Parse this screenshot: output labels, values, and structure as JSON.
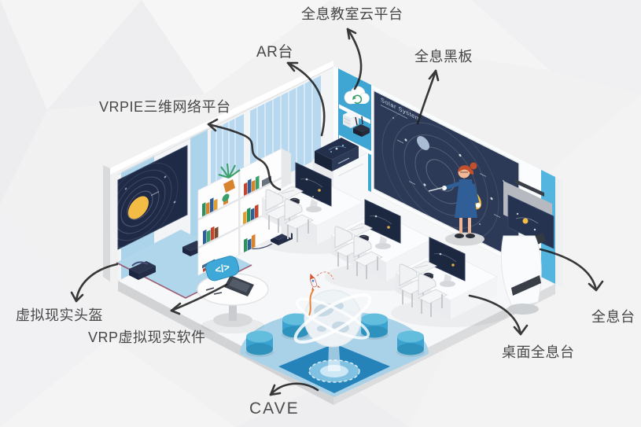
{
  "labels": {
    "holo_cloud_platform": "全息教室云平台",
    "ar_station": "AR台",
    "holo_blackboard": "全息黑板",
    "vrpie_platform": "VRPIE三维网络平台",
    "vr_helmet": "虚拟现实头盔",
    "vrp_software": "VRP虚拟现实软件",
    "cave": "CAVE",
    "desktop_holo_station": "桌面全息台",
    "holo_station": "全息台"
  },
  "blackboard": {
    "title": "Solar System"
  },
  "round_table": {
    "badge": "</>"
  },
  "colors": {
    "background": "#f1f1f2",
    "label_text": "#474747",
    "arrow": "#1f1f1f",
    "panel_blue": "#3fa5d3",
    "curtain_blue": "#b7d8ee",
    "mat_blue": "#b0d6ec",
    "board_navy": "#2c3a57",
    "screen_navy": "#1f2a47",
    "cave_blue": "#2583ba",
    "stool_teal": "#3ba3cf",
    "sun_yellow": "#f2bc45",
    "dress_blue": "#2f5f96",
    "hair_orange": "#c2502e"
  }
}
